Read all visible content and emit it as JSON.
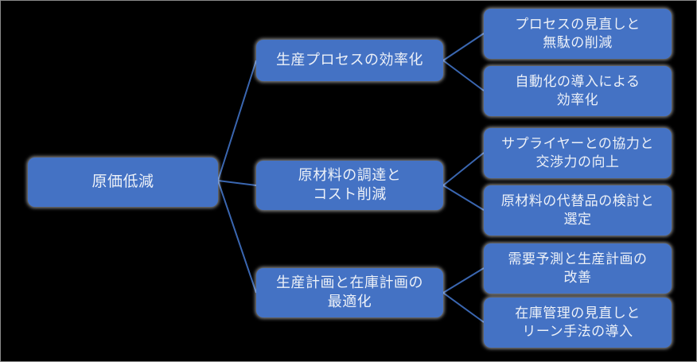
{
  "diagram": {
    "type": "tree-mindmap",
    "background_color": "#000000",
    "node_fill_color": "#4472C4",
    "node_text_color": "#EDF1F8",
    "connector_color": "#3A66B0",
    "root": {
      "label": "原価低減"
    },
    "branches": [
      {
        "label": "生産プロセスの効率化",
        "children": [
          {
            "label": "プロセスの見直しと\n無駄の削減"
          },
          {
            "label": "自動化の導入による\n効率化"
          }
        ]
      },
      {
        "label": "原材料の調達と\nコスト削減",
        "children": [
          {
            "label": "サプライヤーとの協力と\n交渉力の向上"
          },
          {
            "label": "原材料の代替品の検討と\n選定"
          }
        ]
      },
      {
        "label": "生産計画と在庫計画の\n最適化",
        "children": [
          {
            "label": "需要予測と生産計画の\n改善"
          },
          {
            "label": "在庫管理の見直しと\nリーン手法の導入"
          }
        ]
      }
    ]
  }
}
